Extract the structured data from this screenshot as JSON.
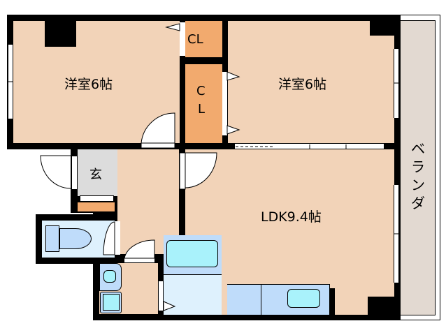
{
  "floorplan": {
    "rooms": {
      "bedroom_west": {
        "label": "洋室6帖"
      },
      "bedroom_east": {
        "label": "洋室6帖"
      },
      "ldk": {
        "label": "LDK9.4帖"
      },
      "closet_top": {
        "label": "CL"
      },
      "closet_mid": {
        "label_c": "C",
        "label_l": "L"
      },
      "entrance": {
        "label": "玄"
      },
      "veranda": {
        "label": "ベランダ"
      }
    },
    "colors": {
      "room": "#f2d3b8",
      "closet": "#f2aa6e",
      "entrance": "#dcdcdc",
      "wet_area": "#def1fd",
      "fixture": "#bfdcfa",
      "fixture_accent": "#a9f2fb",
      "veranda": "#e2d9d1",
      "wall": "#000000"
    }
  }
}
